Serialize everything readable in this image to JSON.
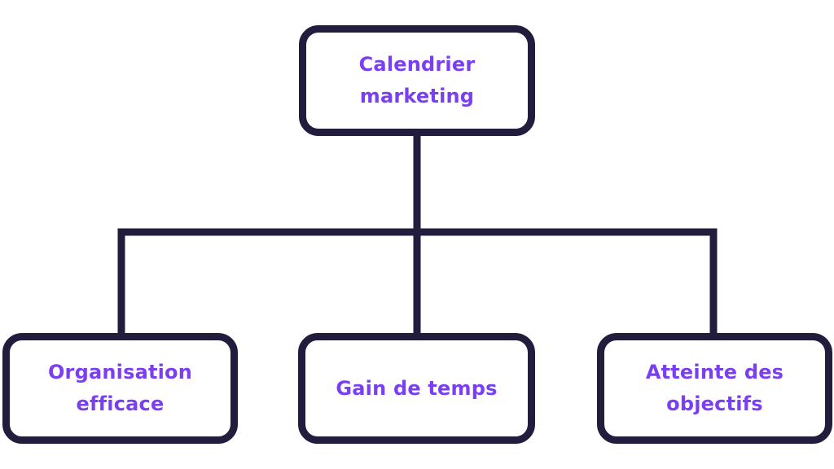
{
  "diagram": {
    "line_color": "#231d3d",
    "label_color": "#7b3ff2",
    "root": {
      "label_line1": "Calendrier",
      "label_line2": "marketing"
    },
    "children": [
      {
        "label_line1": "Organisation",
        "label_line2": "efficace"
      },
      {
        "label_line1": "Gain de temps",
        "label_line2": ""
      },
      {
        "label_line1": "Atteinte des",
        "label_line2": "objectifs"
      }
    ]
  }
}
